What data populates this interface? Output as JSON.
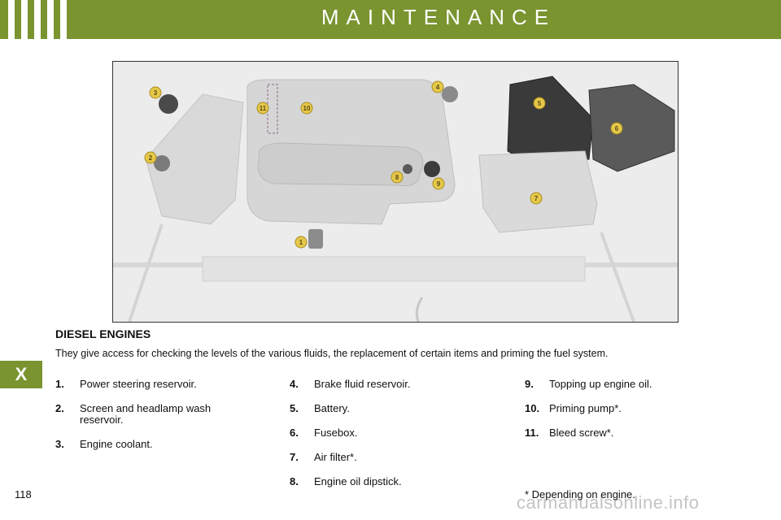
{
  "header": {
    "title": "MAINTENANCE"
  },
  "side_tab": {
    "label": "X"
  },
  "photo": {
    "callouts": [
      "1",
      "2",
      "3",
      "4",
      "5",
      "6",
      "7",
      "8",
      "9",
      "10",
      "11"
    ]
  },
  "section": {
    "heading": "DIESEL ENGINES",
    "intro": "They give access for checking the levels of the various fluids, the replacement of certain items and priming the fuel system."
  },
  "items": [
    {
      "num": "1.",
      "text": "Power steering reservoir."
    },
    {
      "num": "2.",
      "text": "Screen and headlamp wash reservoir."
    },
    {
      "num": "3.",
      "text": "Engine coolant."
    },
    {
      "num": "4.",
      "text": "Brake fluid reservoir."
    },
    {
      "num": "5.",
      "text": "Battery."
    },
    {
      "num": "6.",
      "text": "Fusebox."
    },
    {
      "num": "7.",
      "text": "Air filter*."
    },
    {
      "num": "8.",
      "text": "Engine oil dipstick."
    },
    {
      "num": "9.",
      "text": "Topping up engine oil."
    },
    {
      "num": "10.",
      "text": "Priming pump*."
    },
    {
      "num": "11.",
      "text": "Bleed screw*."
    }
  ],
  "footnote": "* Depending on engine.",
  "page_number": "118",
  "watermark": "carmanualsonline.info",
  "colors": {
    "accent": "#7a9430",
    "callout": "#e6c84a"
  }
}
